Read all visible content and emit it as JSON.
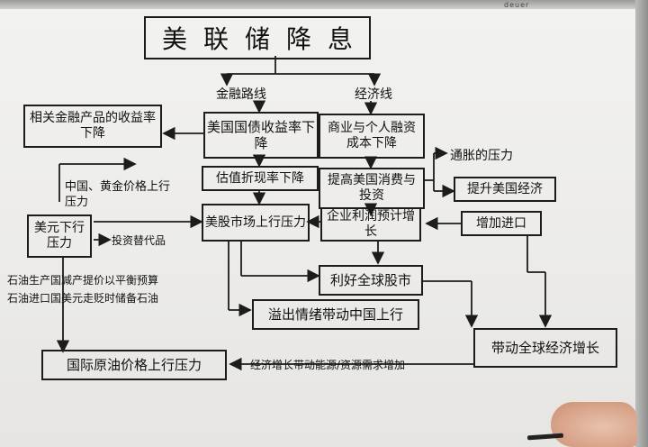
{
  "title": "美联储降息",
  "branches": {
    "finance": "金融路线",
    "economy": "经济线"
  },
  "boxes": {
    "bond_yield": "美国国债收益率下降",
    "related_yield": "相关金融产品的收益率下降",
    "valuation": "估值折现率下降",
    "stock_up": "美股市场上行压力",
    "financing_cost": "商业与个人融资成本下降",
    "consumption": "提高美国消费与投资",
    "profit": "企业利润预计增长",
    "import_up": "增加进口",
    "boost_economy": "提升美国经济",
    "global_stocks": "利好全球股市",
    "spillover": "溢出情绪带动中国上行",
    "usd_down": "美元下行压力",
    "global_growth": "带动全球经济增长",
    "oil_price": "国际原油价格上行压力"
  },
  "notes": {
    "china_gold": "中国、黄金价格上行压力",
    "inflation": "通胀的压力",
    "alternative": "投资替代品",
    "opec": "石油生产国减产提价以平衡预算",
    "oil_import": "石油进口国美元走贬时储备石油",
    "energy_demand": "经济增长带动能源/资源需求增加"
  },
  "brand": "deuer"
}
